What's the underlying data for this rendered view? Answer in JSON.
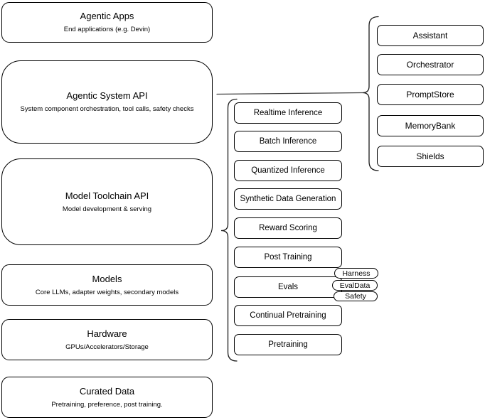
{
  "left_stack": {
    "items": [
      {
        "title": "Agentic Apps",
        "subtitle": "End applications (e.g. Devin)"
      },
      {
        "title": "Agentic System API",
        "subtitle": "System component orchestration, tool calls, safety checks"
      },
      {
        "title": "Model Toolchain API",
        "subtitle": "Model development & serving"
      },
      {
        "title": "Models",
        "subtitle": "Core LLMs, adapter weights, secondary models"
      },
      {
        "title": "Hardware",
        "subtitle": "GPUs/Accelerators/Storage"
      },
      {
        "title": "Curated Data",
        "subtitle": "Pretraining, preference, post training."
      }
    ]
  },
  "toolchain_stack": {
    "items": [
      {
        "label": "Realtime Inference"
      },
      {
        "label": "Batch Inference"
      },
      {
        "label": "Quantized Inference"
      },
      {
        "label": "Synthetic Data Generation"
      },
      {
        "label": "Reward Scoring"
      },
      {
        "label": "Post Training"
      },
      {
        "label": "Evals"
      },
      {
        "label": "Continual Pretraining"
      },
      {
        "label": "Pretraining"
      }
    ]
  },
  "system_stack": {
    "items": [
      {
        "label": "Assistant"
      },
      {
        "label": "Orchestrator"
      },
      {
        "label": "PromptStore"
      },
      {
        "label": "MemoryBank"
      },
      {
        "label": "Shields"
      }
    ]
  },
  "eval_pills": {
    "items": [
      {
        "label": "Harness"
      },
      {
        "label": "EvalData"
      },
      {
        "label": "Safety"
      }
    ]
  },
  "colors": {
    "background": "#ffffff",
    "box_fill": "#ffffff",
    "box_stroke": "#000000",
    "connector_stroke": "#3f3f3f",
    "text": "#000000"
  }
}
